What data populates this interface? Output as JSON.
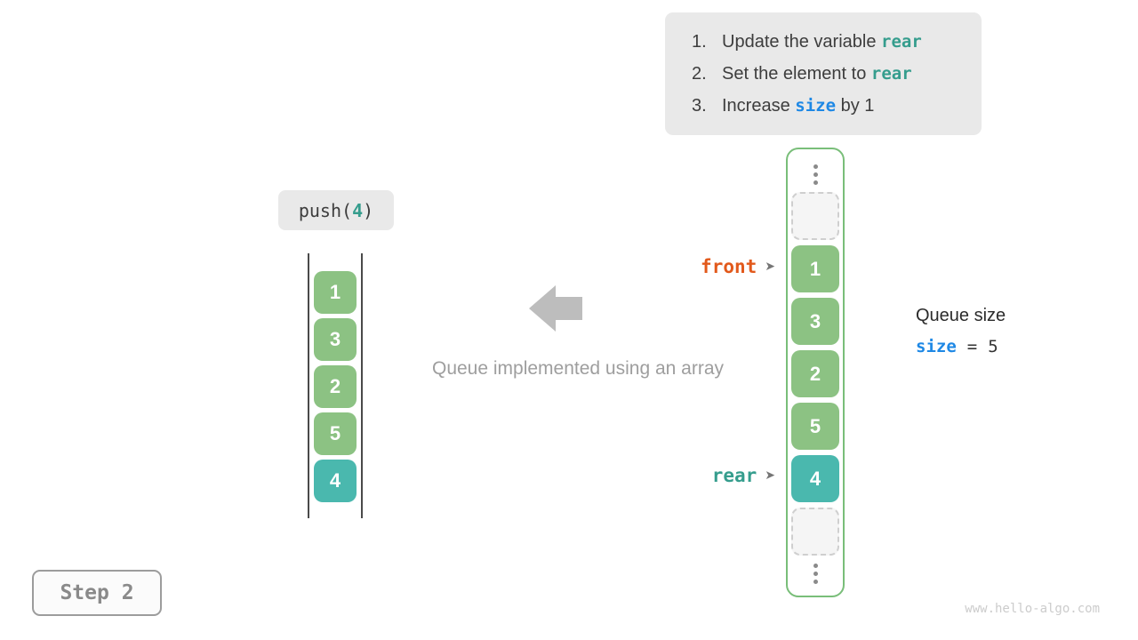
{
  "colors": {
    "cell_green": "#8cc283",
    "cell_teal": "#4ab8ae",
    "container_border": "#79be79",
    "box_gray": "#e9e9e9",
    "code_teal": "#359d8d",
    "code_blue": "#1e88e5",
    "front_orange": "#e2591b",
    "arrow_gray": "#bdbdbd",
    "caption_gray": "#9e9e9e"
  },
  "instruction_box": {
    "items": [
      {
        "number": "1.",
        "segments": [
          {
            "text": "Update the variable ",
            "style": "plain"
          },
          {
            "text": "rear",
            "style": "code-teal"
          }
        ]
      },
      {
        "number": "2.",
        "segments": [
          {
            "text": "Set the element to ",
            "style": "plain"
          },
          {
            "text": "rear",
            "style": "code-teal"
          }
        ]
      },
      {
        "number": "3.",
        "segments": [
          {
            "text": "Increase ",
            "style": "plain"
          },
          {
            "text": "size",
            "style": "code-blue"
          },
          {
            "text": " by 1",
            "style": "plain"
          }
        ]
      }
    ]
  },
  "push_label": {
    "segments": [
      {
        "text": "push(",
        "style": "plain"
      },
      {
        "text": "4",
        "style": "code-teal"
      },
      {
        "text": ")",
        "style": "plain"
      }
    ]
  },
  "left_array": {
    "values": [
      "1",
      "3",
      "2",
      "5",
      "4"
    ],
    "highlight_index": 4
  },
  "center": {
    "arrow_icon": "left-block-arrow",
    "caption": "Queue implemented using an array"
  },
  "right_array": {
    "cells": [
      {
        "type": "ellipsis"
      },
      {
        "type": "empty"
      },
      {
        "type": "value",
        "value": "1",
        "variant": "green"
      },
      {
        "type": "value",
        "value": "3",
        "variant": "green"
      },
      {
        "type": "value",
        "value": "2",
        "variant": "green"
      },
      {
        "type": "value",
        "value": "5",
        "variant": "green"
      },
      {
        "type": "value",
        "value": "4",
        "variant": "teal"
      },
      {
        "type": "empty"
      },
      {
        "type": "ellipsis"
      }
    ]
  },
  "pointers": {
    "front": {
      "label": "front",
      "arrow": "➤"
    },
    "rear": {
      "label": "rear",
      "arrow": "➤"
    }
  },
  "queue_size": {
    "title": "Queue size",
    "variable": "size",
    "equals": "=",
    "value": "5"
  },
  "step_badge": {
    "label": "Step 2"
  },
  "watermark": {
    "text": "www.hello-algo.com"
  }
}
